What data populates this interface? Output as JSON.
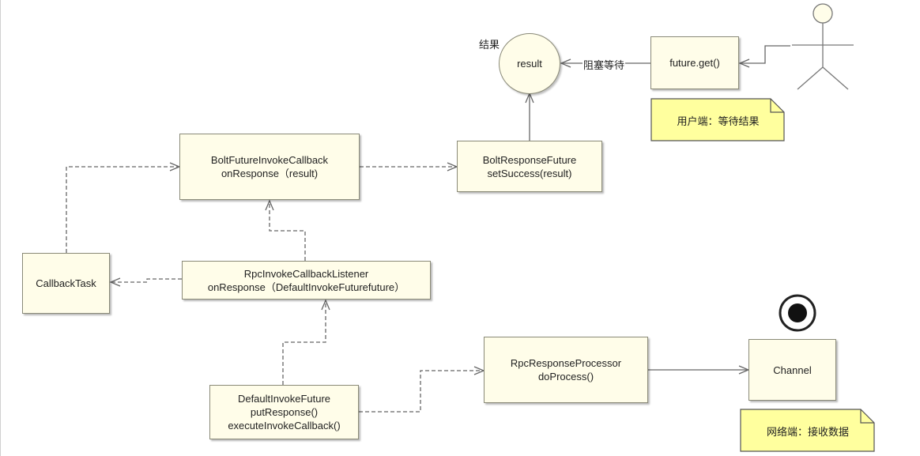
{
  "nodes": {
    "result": {
      "label": "result"
    },
    "future_get": {
      "label": "future.get()"
    },
    "bolt_future_invoke_callback": {
      "line1": "BoltFutureInvokeCallback",
      "line2": "onResponse（result)"
    },
    "bolt_response_future": {
      "line1": "BoltResponseFuture",
      "line2": "setSuccess(result)"
    },
    "callback_task": {
      "label": "CallbackTask"
    },
    "rpc_invoke_callback_listener": {
      "line1": "RpcInvokeCallbackListener",
      "line2": "onResponse（DefaultInvokeFuturefuture）"
    },
    "default_invoke_future": {
      "line1": "DefaultInvokeFuture",
      "line2": "putResponse()",
      "line3": "executeInvokeCallback()"
    },
    "rpc_response_processor": {
      "line1": "RpcResponseProcessor",
      "line2": "doProcess()"
    },
    "channel": {
      "label": "Channel"
    }
  },
  "labels": {
    "result_caption": "结果",
    "blocking_wait": "阻塞等待"
  },
  "notes": {
    "user_side": "用户端：等待结果",
    "network_side": "网络端：接收数据"
  },
  "colors": {
    "node_fill": "#fffde9",
    "node_border": "#8a8a78",
    "note_fill": "#ffff9e",
    "line": "#666666"
  }
}
